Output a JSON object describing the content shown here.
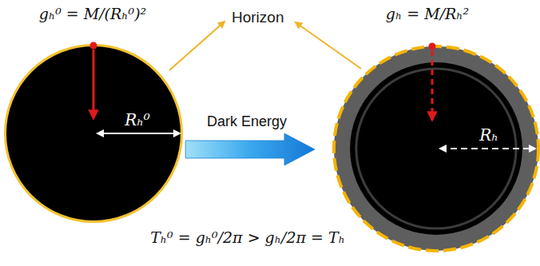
{
  "diagram": {
    "nodes": [
      {
        "text": [
          "Rₕ⁰"
        ]
      },
      {
        "text": [
          "Rₕ"
        ]
      }
    ],
    "edges": [
      {
        "from": 0,
        "to": 1,
        "arrow": "to",
        "label": "Dark Energy"
      }
    ],
    "labels": [
      "gₕ⁰ = M/(Rₕ⁰)²",
      "gₕ = M/Rₕ²",
      "Horizon",
      "Tₕ⁰ = gₕ⁰/2π > gₕ/2π = Tₕ"
    ]
  }
}
